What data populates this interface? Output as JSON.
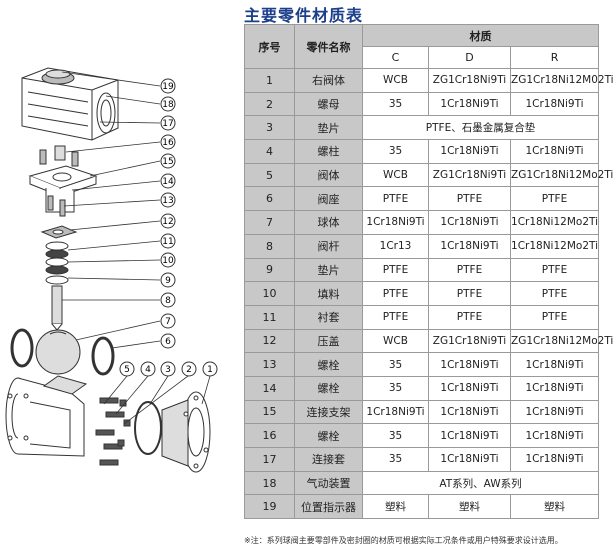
{
  "title": "主要零件材质表",
  "table": {
    "headers": {
      "index": "序号",
      "name": "零件名称",
      "material": "材质",
      "c": "C",
      "d": "D",
      "r": "R"
    },
    "rows": [
      {
        "no": "1",
        "name": "右阀体",
        "c": "WCB",
        "d": "ZG1Cr18Ni9Ti",
        "r": "ZG1Cr18Ni12M02Ti",
        "span": ""
      },
      {
        "no": "2",
        "name": "螺母",
        "c": "35",
        "d": "1Cr18Ni9Ti",
        "r": "1Cr18Ni9Ti",
        "span": ""
      },
      {
        "no": "3",
        "name": "垫片",
        "c": "",
        "d": "",
        "r": "",
        "span": "PTFE、石墨金属复合垫"
      },
      {
        "no": "4",
        "name": "螺柱",
        "c": "35",
        "d": "1Cr18Ni9Ti",
        "r": "1Cr18Ni9Ti",
        "span": ""
      },
      {
        "no": "5",
        "name": "阀体",
        "c": "WCB",
        "d": "ZG1Cr18Ni9Ti",
        "r": "ZG1Cr18Ni12Mo2Ti",
        "span": ""
      },
      {
        "no": "6",
        "name": "阀座",
        "c": "PTFE",
        "d": "PTFE",
        "r": "PTFE",
        "span": ""
      },
      {
        "no": "7",
        "name": "球体",
        "c": "1Cr18Ni9Ti",
        "d": "1Cr18Ni9Ti",
        "r": "1Cr18Ni12Mo2Ti",
        "span": ""
      },
      {
        "no": "8",
        "name": "阀杆",
        "c": "1Cr13",
        "d": "1Cr18Ni9Ti",
        "r": "1Cr18Ni12Mo2Ti",
        "span": ""
      },
      {
        "no": "9",
        "name": "垫片",
        "c": "PTFE",
        "d": "PTFE",
        "r": "PTFE",
        "span": ""
      },
      {
        "no": "10",
        "name": "填料",
        "c": "PTFE",
        "d": "PTFE",
        "r": "PTFE",
        "span": ""
      },
      {
        "no": "11",
        "name": "衬套",
        "c": "PTFE",
        "d": "PTFE",
        "r": "PTFE",
        "span": ""
      },
      {
        "no": "12",
        "name": "压盖",
        "c": "WCB",
        "d": "ZG1Cr18Ni9Ti",
        "r": "ZG1Cr18Ni12Mo2Ti",
        "span": ""
      },
      {
        "no": "13",
        "name": "螺栓",
        "c": "35",
        "d": "1Cr18Ni9Ti",
        "r": "1Cr18Ni9Ti",
        "span": ""
      },
      {
        "no": "14",
        "name": "螺栓",
        "c": "35",
        "d": "1Cr18Ni9Ti",
        "r": "1Cr18Ni9Ti",
        "span": ""
      },
      {
        "no": "15",
        "name": "连接支架",
        "c": "1Cr18Ni9Ti",
        "d": "1Cr18Ni9Ti",
        "r": "1Cr18Ni9Ti",
        "span": ""
      },
      {
        "no": "16",
        "name": "螺栓",
        "c": "35",
        "d": "1Cr18Ni9Ti",
        "r": "1Cr18Ni9Ti",
        "span": ""
      },
      {
        "no": "17",
        "name": "连接套",
        "c": "35",
        "d": "1Cr18Ni9Ti",
        "r": "1Cr18Ni9Ti",
        "span": ""
      },
      {
        "no": "18",
        "name": "气动装置",
        "c": "",
        "d": "",
        "r": "",
        "span": "AT系列、AW系列"
      },
      {
        "no": "19",
        "name": "位置指示器",
        "c": "塑料",
        "d": "塑料",
        "r": "塑料",
        "span": ""
      }
    ]
  },
  "note": "※注：系列球阀主要零部件及密封圈的材质可根据实际工况条件或用户特殊要求设计选用。",
  "drawing": {
    "callouts_right": [
      "19",
      "18",
      "17",
      "16",
      "15",
      "14",
      "13",
      "12",
      "11",
      "10",
      "9",
      "8",
      "7",
      "6"
    ],
    "callouts_bottom": [
      "5",
      "4",
      "3",
      "2",
      "1"
    ],
    "line_color": "#333333"
  }
}
